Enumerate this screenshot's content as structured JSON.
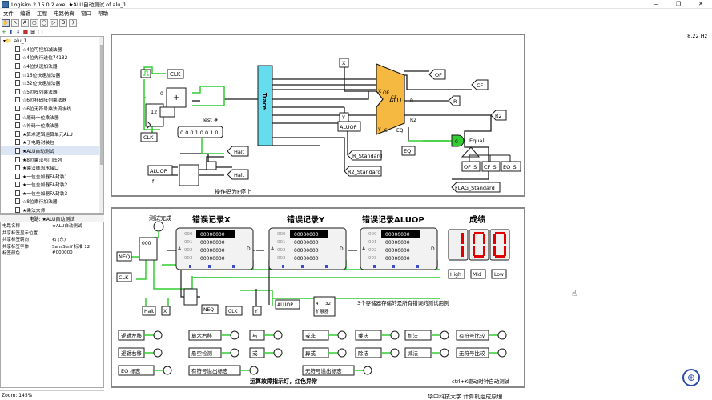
{
  "window": {
    "title": "Logisim 2.15.0.2.exe: ★ALU自动测试 of alu_1",
    "minimize": "—",
    "maximize": "❐",
    "close": "✕"
  },
  "menu": [
    "文件",
    "编辑",
    "工程",
    "电路仿真",
    "窗口",
    "帮助"
  ],
  "toolbar2": [
    "+",
    "⬆",
    "⬇",
    "■",
    "⊞",
    "▢"
  ],
  "explorer": {
    "root": "alu_1",
    "items": [
      "☆4位可控加减法器",
      "☆4位先行进位74182",
      "☆4位快速加法器",
      "☆16位快速加法器",
      "☆32位快速加法器",
      "☆5位阵列乘法器",
      "☆6位补码阵列乘法器",
      "☆6位无符号乘法流水线",
      "☆原码一位乘法器",
      "☆补码一位乘法器",
      "★算术逻辑运算单元ALU",
      "★子电路封装包",
      "★ALU自动测试",
      "★8位乘法与门阵列",
      "★乘法线流水接口",
      "★一位全加器FA封装1",
      "★一位全加器FA封装2",
      "★一位全加器FA封装3",
      "☆8位乘行加法器",
      "★乘法大师"
    ],
    "selected_index": 12
  },
  "attributes": {
    "title": "电路: ★ALU自动测试",
    "rows": [
      {
        "k": "电路名称",
        "v": "★ALU自动测试"
      },
      {
        "k": "共享标签显示位置",
        "v": ""
      },
      {
        "k": "共享标签朝向",
        "v": "右 (东)"
      },
      {
        "k": "共享标签字体",
        "v": "SansSerif 标准 12"
      },
      {
        "k": "标签颜色",
        "v": "#000000"
      }
    ]
  },
  "zoom": "Zoom: 145%",
  "freq": "8.22 Hz",
  "circuit": {
    "clk": "CLK",
    "halt": "Halt",
    "aluop": "ALUOP",
    "trace": "Trace",
    "test_num": "Test #",
    "test_bits": "0 0 0 1 0 0 1 0",
    "counter_val": "12",
    "reg_zero": "0",
    "f": "f",
    "x": "X",
    "y": "Y",
    "alu": "ALU",
    "alu_pins": {
      "x": "X",
      "of": "OF",
      "cf": "CF",
      "r": "R",
      "r2": "R2",
      "y": "Y",
      "s": "S",
      "eq": "EQ"
    },
    "out_of": "OF",
    "out_cf": "CF",
    "out_r": "R",
    "out_r2": "R2",
    "eq": "EQ",
    "equal_led": "0",
    "equal_label": "Equal",
    "r_standard": "R_Standard",
    "r2_standard": "R2_Standard",
    "flag_standard": "FLAG_Standard",
    "of_s": "OF_S",
    "cf_s": "CF_S",
    "eq_s": "EQ_S",
    "stop_note": "操作码为F停止",
    "test_done": "测试完成",
    "neq": "NEQ",
    "err_x": "错误记录X",
    "err_y": "错误记录Y",
    "err_aluop": "错误记录ALUOP",
    "score": "成绩",
    "addr": [
      "000",
      "001",
      "002",
      "003"
    ],
    "mem_val": "00000000",
    "score_digits": [
      "1",
      "0",
      "0"
    ],
    "high": "High",
    "mid": "Mid",
    "low": "Low",
    "mem_note": "3个存储器存储的是所有错误的测试用例",
    "extender": "扩展器",
    "ext_in": "4",
    "ext_out": "32",
    "ops": [
      [
        "逻辑左移",
        "算术右移",
        "与",
        "或非",
        "乘法",
        "加法",
        "有符号比较"
      ],
      [
        "逻辑右移",
        "悬空检测",
        "或",
        "异或",
        "除法",
        "减法",
        "无符号比较"
      ]
    ],
    "flags": [
      "EQ 标志",
      "有符号溢出标志",
      "无符号溢出标志"
    ],
    "fault_note": "运算故障指示灯，红色异常",
    "clock_note": "ctrl+K驱动时钟自动测试",
    "footer": "华中科技大学  计算机组成原理"
  },
  "colors": {
    "green_wire": "#33cc33",
    "dark_wire": "#1a1a1a",
    "trace_cyan": "#66ddee",
    "alu_fill": "#f5b942",
    "seg_red": "#e00000"
  }
}
